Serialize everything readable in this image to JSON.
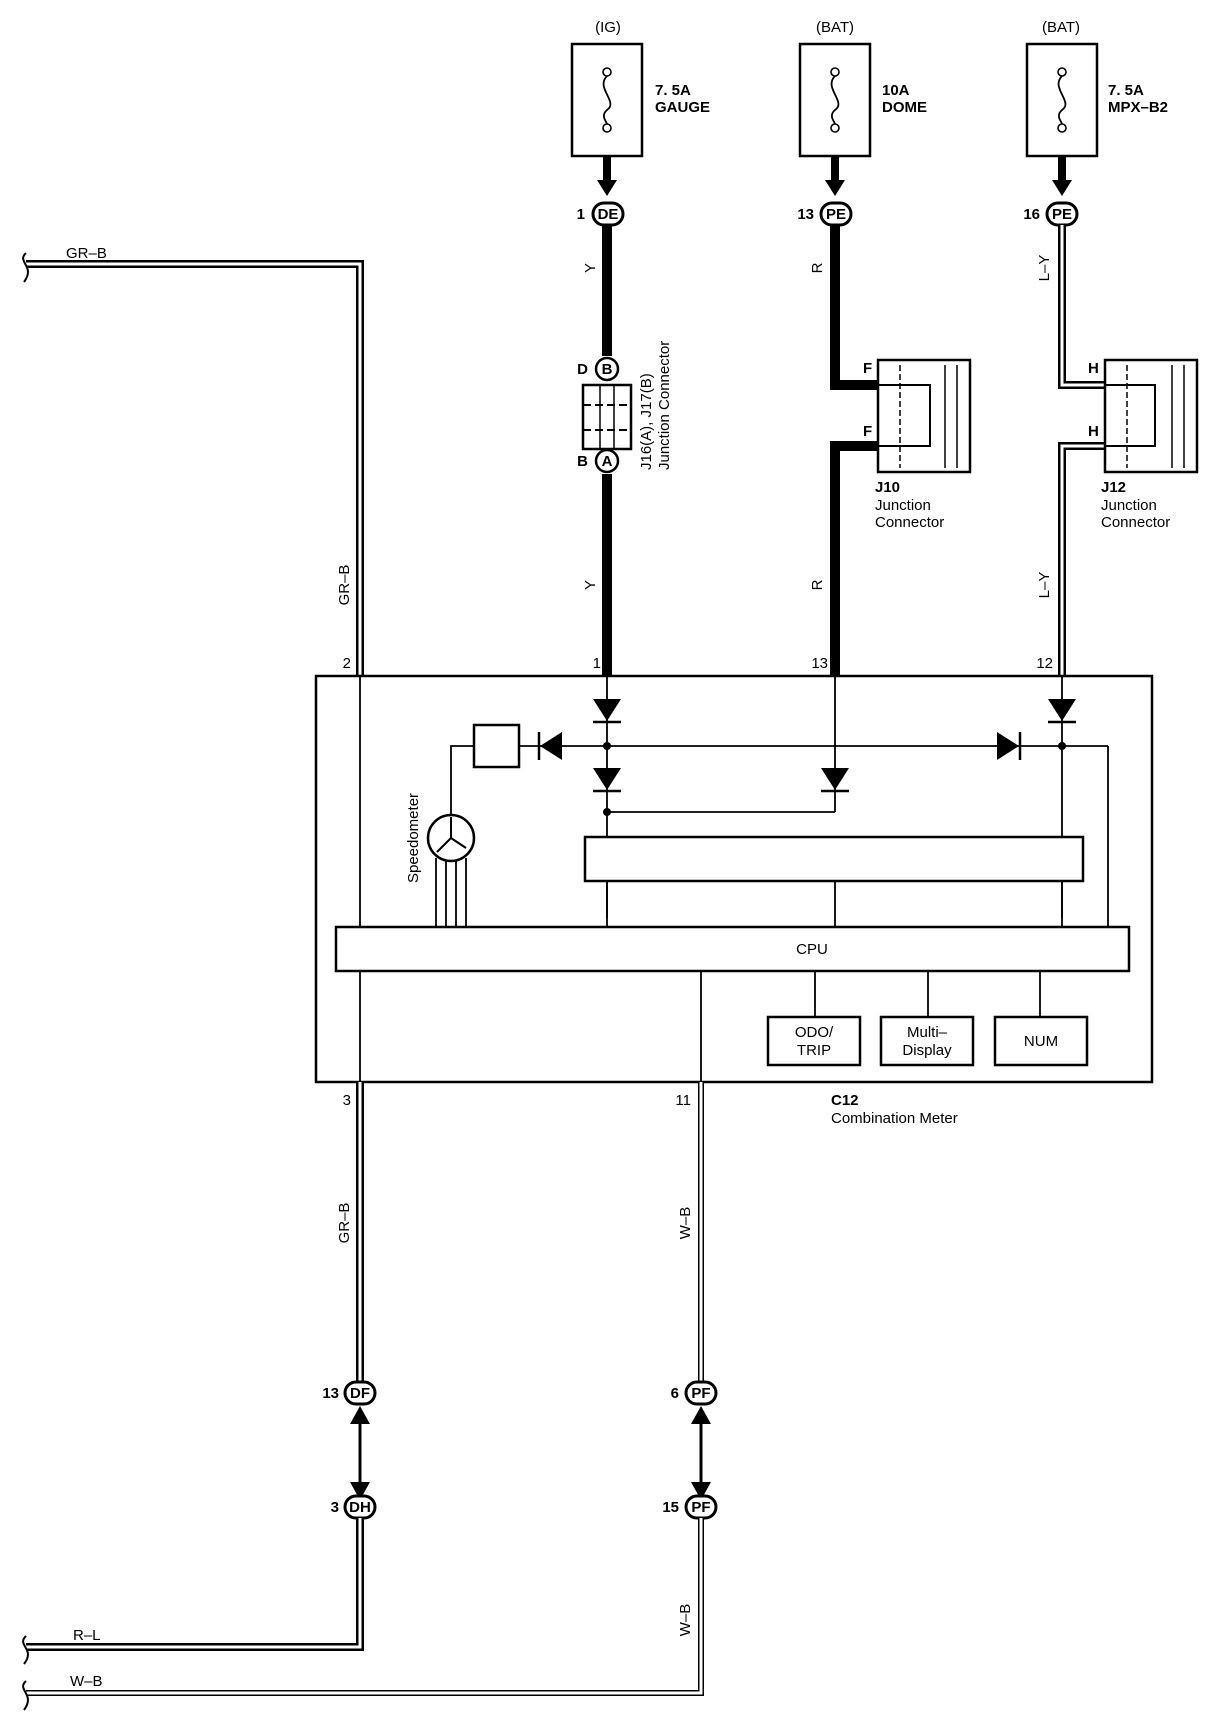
{
  "fuses": [
    {
      "source": "(IG)",
      "rating": "7. 5A",
      "name": "GAUGE"
    },
    {
      "source": "(BAT)",
      "rating": "10A",
      "name": "DOME"
    },
    {
      "source": "(BAT)",
      "rating": "7. 5A",
      "name": "MPX–B2"
    }
  ],
  "connectors": {
    "de": {
      "pin": "1",
      "code": "DE"
    },
    "pe1": {
      "pin": "13",
      "code": "PE"
    },
    "pe2": {
      "pin": "16",
      "code": "PE"
    },
    "df": {
      "pin": "13",
      "code": "DF"
    },
    "dh": {
      "pin": "3",
      "code": "DH"
    },
    "pf1": {
      "pin": "6",
      "code": "PF"
    },
    "pf2": {
      "pin": "15",
      "code": "PF"
    }
  },
  "wires": {
    "gr_b": "GR–B",
    "y": "Y",
    "r": "R",
    "l_y": "L–Y",
    "w_b": "W–B",
    "r_l": "R–L"
  },
  "junctions": {
    "j16": {
      "title": "J16(A), J17(B)",
      "name": "Junction Connector",
      "pin_top": "D",
      "circle_top": "B",
      "pin_bottom": "B",
      "circle_bottom": "A"
    },
    "j10": {
      "code": "J10",
      "line1": "Junction",
      "line2": "Connector",
      "pin": "F"
    },
    "j12": {
      "code": "J12",
      "line1": "Junction",
      "line2": "Connector",
      "pin": "H"
    }
  },
  "meter": {
    "code": "C12",
    "name": "Combination Meter",
    "speedometer": "Speedometer",
    "cpu": "CPU",
    "odo_line1": "ODO/",
    "odo_line2": "TRIP",
    "multi_line1": "Multi–",
    "multi_line2": "Display",
    "num": "NUM",
    "pins": {
      "p2": "2",
      "p1": "1",
      "p13": "13",
      "p12": "12",
      "p3": "3",
      "p11": "11"
    }
  }
}
